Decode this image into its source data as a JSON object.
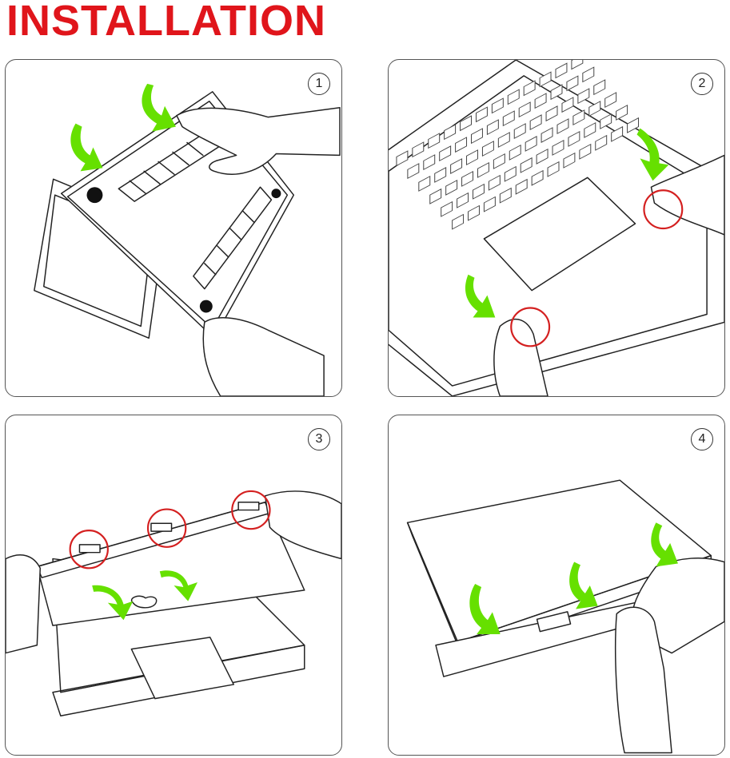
{
  "header": {
    "title": "INSTALLATION",
    "title_color": "#e0151b"
  },
  "colors": {
    "arrow": "#66e000",
    "marker_ring": "#d42020",
    "line": "#222222"
  },
  "steps": [
    {
      "number": "1"
    },
    {
      "number": "2"
    },
    {
      "number": "3"
    },
    {
      "number": "4"
    }
  ]
}
